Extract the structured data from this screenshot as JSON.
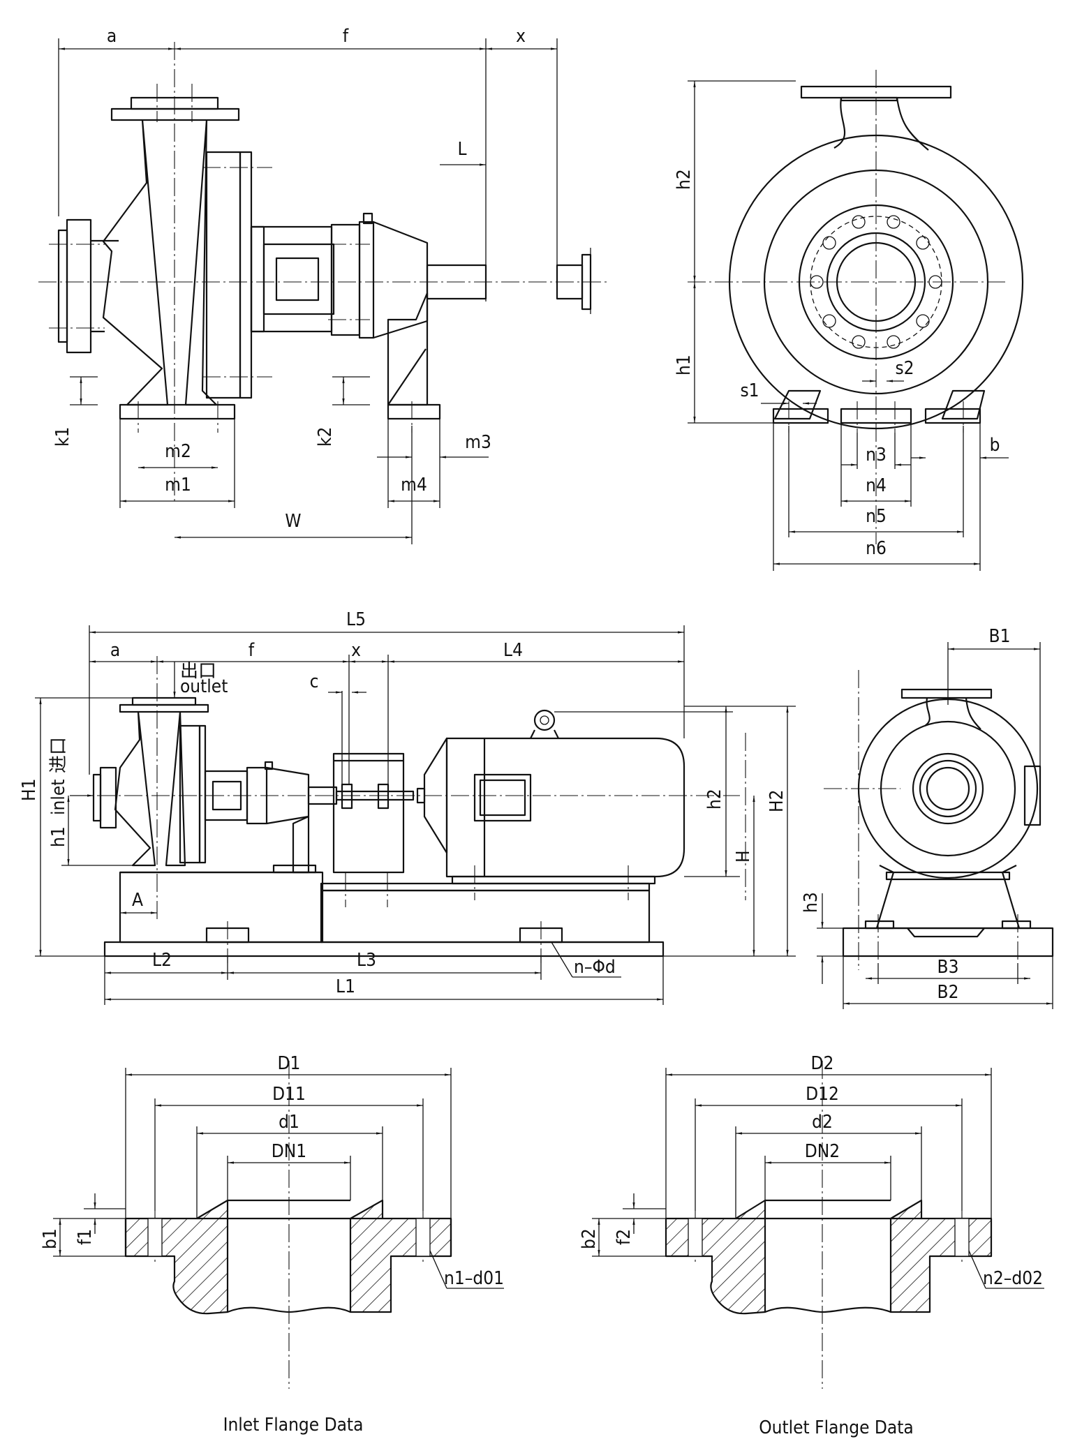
{
  "views": {
    "side": {
      "dims": {
        "a": "a",
        "f": "f",
        "x": "x",
        "L": "L",
        "k1": "k1",
        "k2": "k2",
        "m1": "m1",
        "m2": "m2",
        "m3": "m3",
        "m4": "m4",
        "W": "W"
      }
    },
    "front": {
      "dims": {
        "h1": "h1",
        "h2": "h2",
        "s1": "s1",
        "s2": "s2",
        "b": "b",
        "n3": "n3",
        "n4": "n4",
        "n5": "n5",
        "n6": "n6"
      }
    },
    "assembly": {
      "dims": {
        "L5": "L5",
        "a": "a",
        "f": "f",
        "x": "x",
        "L4": "L4",
        "c": "c",
        "H1": "H1",
        "h1": "h1",
        "h2": "h2",
        "H2": "H2",
        "H": "H",
        "A": "A",
        "L2": "L2",
        "L3": "L3",
        "L1": "L1",
        "nphid": "n–Φd"
      },
      "labels": {
        "outlet_cn": "出口",
        "outlet_en": "outlet",
        "inlet_cn": "进口",
        "inlet_en": "inlet"
      }
    },
    "assembly_end": {
      "dims": {
        "B1": "B1",
        "h3": "h3",
        "B3": "B3",
        "B2": "B2"
      }
    },
    "inlet_flange": {
      "dims": {
        "D": "D1",
        "Dk": "D11",
        "d": "d1",
        "DN": "DN1",
        "b": "b1",
        "f": "f1",
        "holes": "n1–d01"
      },
      "caption": "Inlet  Flange  Data"
    },
    "outlet_flange": {
      "dims": {
        "D": "D2",
        "Dk": "D12",
        "d": "d2",
        "DN": "DN2",
        "b": "b2",
        "f": "f2",
        "holes": "n2–d02"
      },
      "caption": "Outlet  Flange  Data"
    }
  }
}
